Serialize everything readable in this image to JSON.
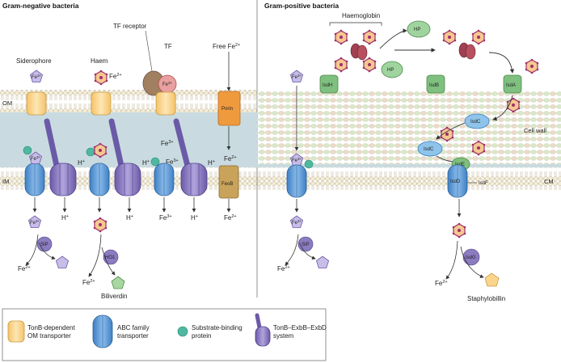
{
  "panels": {
    "gram_negative": {
      "title": "Gram-negative bacteria",
      "labels": {
        "siderophore": "Siderophore",
        "haem": "Haem",
        "tf_receptor": "TF receptor",
        "tf": "TF",
        "free_fe": "Free Fe",
        "om": "OM",
        "im": "IM",
        "porin": "Porin",
        "feob": "FeoB",
        "sip": "SIP",
        "ho1": "HO1",
        "biliverdin": "Biliverdin"
      }
    },
    "gram_positive": {
      "title": "Gram-positive bacteria",
      "labels": {
        "haemoglobin": "Haemoglobin",
        "hp": "HP",
        "isdh": "IsdH",
        "isdb": "IsdB",
        "isda": "IsdA",
        "isdc": "IsdC",
        "isde": "IsdE",
        "isdd": "IsdD",
        "isdf": "IsdF",
        "isdg": "IsdG",
        "sip": "SIP",
        "cell_wall": "Cell wall",
        "cm": "CM",
        "staphylobillin": "Staphylobillin"
      }
    }
  },
  "ions": {
    "fe": "Fe",
    "fe3_sup": "3+",
    "fe2_sup": "2+",
    "h": "H",
    "plus": "+"
  },
  "legend": {
    "tonb_line1": "TonB-dependent",
    "tonb_line2": "OM transporter",
    "abc_line1": "ABC family",
    "abc_line2": "transporter",
    "sbp_line1": "Substrate-binding",
    "sbp_line2": "protein",
    "exb_line1": "TonB–ExbB–ExbD",
    "exb_line2": "system"
  },
  "colors": {
    "tonb": "#fcd58c",
    "abc": "#5b9bd5",
    "sbp": "#4fb8a0",
    "exb": "#8b7cc0",
    "porin": "#f09a3e",
    "feob": "#c9a35a",
    "isd_green": "#7fbf7f",
    "isd_blue": "#8fc4ea",
    "haem": "#b04080",
    "periplasm": "#c9dae0",
    "membrane_head": "#e8e0c8"
  }
}
